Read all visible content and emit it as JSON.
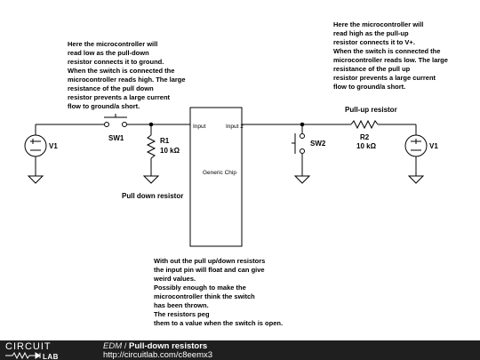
{
  "diagram": {
    "notes": {
      "pulldown_note": [
        "Here the microcontroller will",
        " read low as the pull-down",
        "resistor connects it to ground.",
        " When the switch is connected the",
        "microcontroller reads high. The large",
        "resistance of the pull down",
        "resistor prevents a large current",
        "flow to ground/a short."
      ],
      "pullup_note": [
        "Here the microcontroller will",
        " read high as the pull-up",
        "resistor connects it to V+.",
        " When the switch is connected the",
        "microcontroller reads low. The large",
        "resistance of the pull up",
        "resistor prevents a large current",
        "flow to ground/a short."
      ],
      "float_note": [
        "With out the pull up/down resistors",
        " the input pin will float and can give",
        " weird values.",
        "Possibly enough to make the",
        "microcontroller think the switch",
        "has been thrown.",
        "The resistors peg",
        "them to a value when the switch is open."
      ]
    },
    "labels": {
      "pull_down_resistor": "Pull down resistor",
      "pull_up_resistor": "Pull-up resistor"
    },
    "components": {
      "v1_left": {
        "name": "V1",
        "icon": "voltage-source-icon"
      },
      "sw1": {
        "name": "SW1",
        "icon": "push-switch-icon"
      },
      "r1": {
        "name": "R1",
        "value": "10 kΩ",
        "icon": "resistor-icon"
      },
      "chip": {
        "name": "Generic Chip",
        "pin1": "Input",
        "pin2": "Input 2"
      },
      "sw2": {
        "name": "SW2",
        "icon": "push-switch-icon"
      },
      "r2": {
        "name": "R2",
        "value": "10 kΩ",
        "icon": "resistor-icon"
      },
      "v1_right": {
        "name": "V1",
        "icon": "voltage-source-icon"
      }
    }
  },
  "footer": {
    "logo_top": "CIRCUIT",
    "logo_bottom": "LAB",
    "owner": "EDM",
    "separator": " / ",
    "title": "Pull-down resistors",
    "url": "http://circuitlab.com/c8eemx3",
    "background": "#1f1f1f"
  },
  "colors": {
    "wire": "#000000",
    "text": "#000000",
    "footer_text": "#ffffff"
  }
}
